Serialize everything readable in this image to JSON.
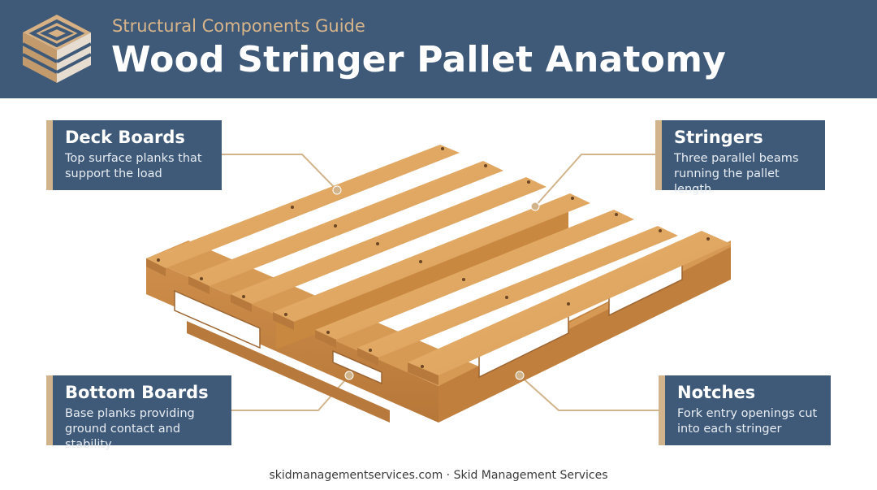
{
  "header": {
    "subtitle": "Structural Components Guide",
    "title": "Wood Stringer Pallet Anatomy"
  },
  "callouts": {
    "deck_boards": {
      "title": "Deck Boards",
      "description": "Top surface planks that support the load"
    },
    "stringers": {
      "title": "Stringers",
      "description": "Three parallel beams running the pallet length"
    },
    "bottom_boards": {
      "title": "Bottom Boards",
      "description": "Base planks providing ground contact and stability"
    },
    "notches": {
      "title": "Notches",
      "description": "Fork entry openings cut into each stringer"
    }
  },
  "footer": {
    "text": "skidmanagementservices.com · Skid Management Services"
  },
  "colors": {
    "header_bg": "#3f5a78",
    "accent": "#d2b48c",
    "wood_light": "#e3ab66",
    "wood_mid": "#d1914c",
    "wood_dark": "#b77a3c"
  }
}
